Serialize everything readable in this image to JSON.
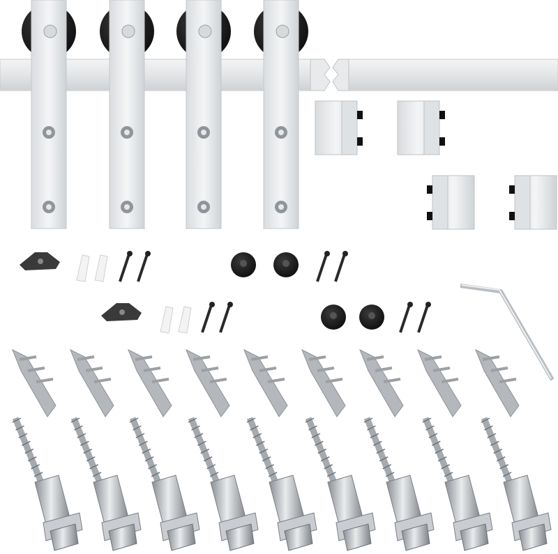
{
  "colors": {
    "background": "#ffffff",
    "steel": "#e6e8ea",
    "steel_edge": "#c4c8cc",
    "steel_dark": "#9ea3a8",
    "wheel": "#1c1c1c",
    "plastic": "#f2f2f2"
  },
  "items": {
    "hangers": 4,
    "rail_sections": 2,
    "door_stops": 4,
    "floor_guides": 2,
    "wheel_stoppers": 4,
    "anchors": 9,
    "lag_bolts": 9,
    "allen_wrench": 1
  }
}
